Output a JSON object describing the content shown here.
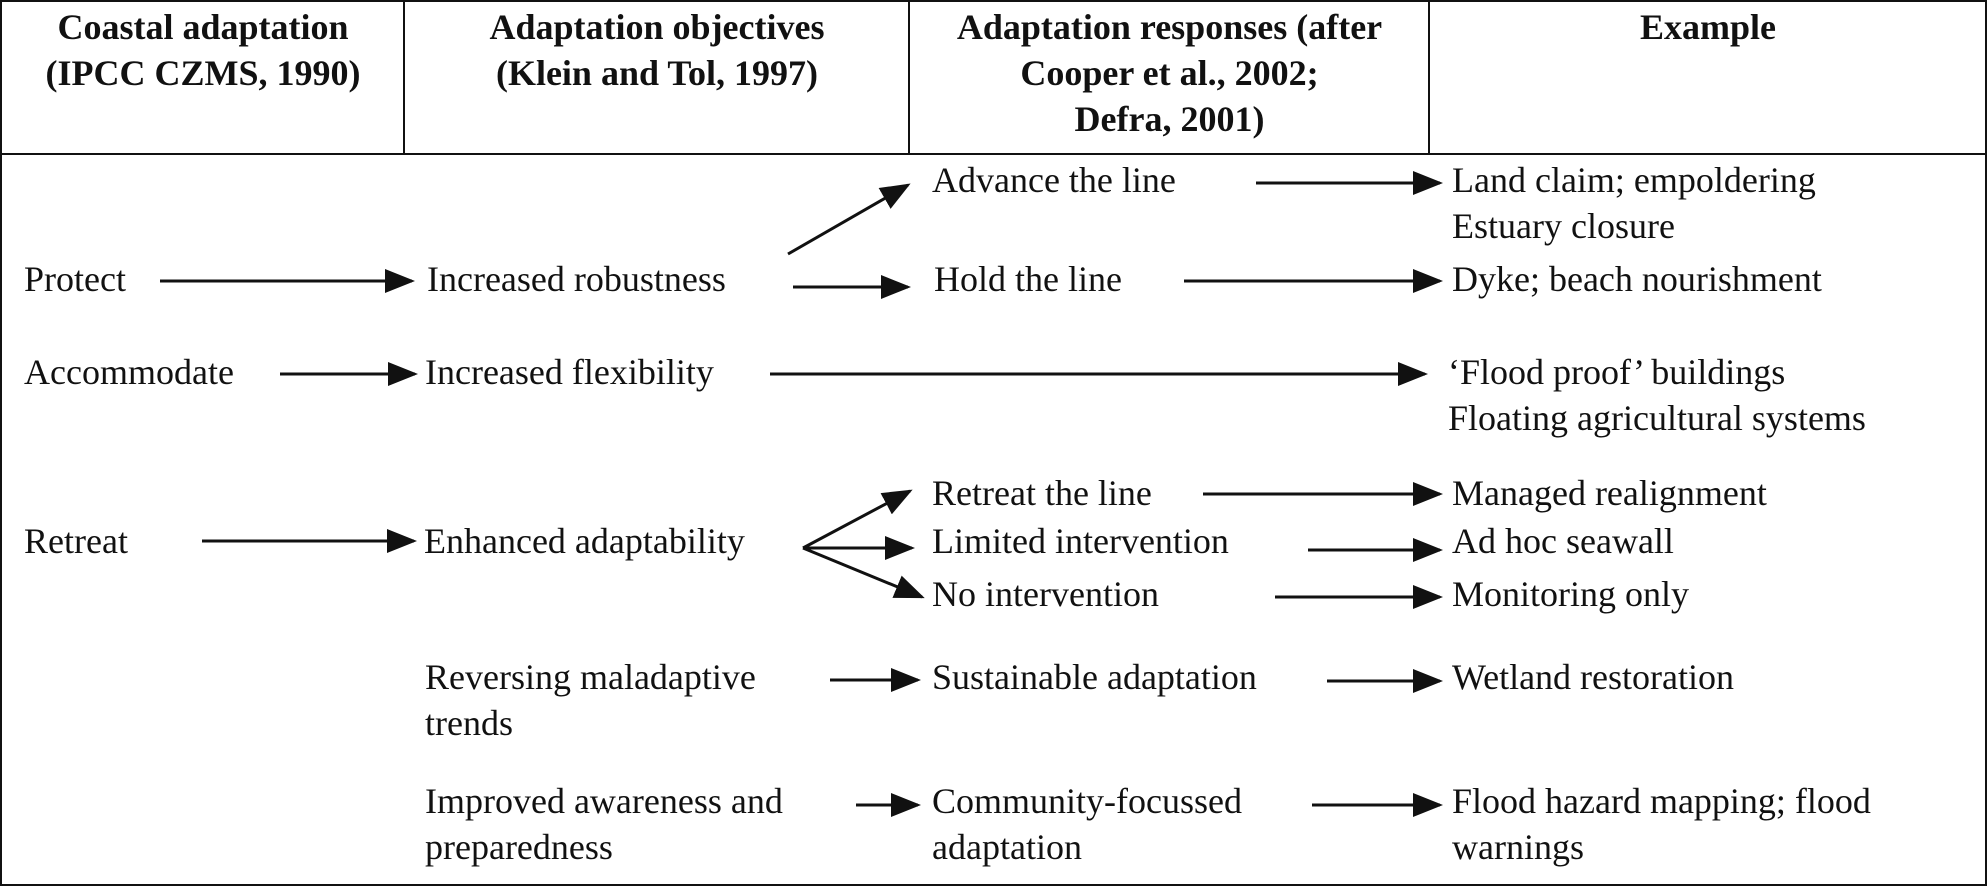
{
  "headers": [
    [
      "Coastal adaptation",
      "(IPCC CZMS, 1990)"
    ],
    [
      "Adaptation objectives",
      "(Klein and Tol, 1997)"
    ],
    [
      "Adaptation responses (after",
      "Cooper et al., 2002;",
      "Defra, 2001)"
    ],
    [
      "Example"
    ]
  ],
  "adaptation": {
    "protect": "Protect",
    "accommodate": "Accommodate",
    "retreat": "Retreat"
  },
  "objectives": {
    "robustness": "Increased robustness",
    "flexibility": "Increased flexibility",
    "adaptability": "Enhanced adaptability",
    "maladaptive": [
      "Reversing maladaptive",
      "trends"
    ],
    "awareness": [
      "Improved awareness and",
      "preparedness"
    ]
  },
  "responses": {
    "advance": "Advance the line",
    "hold": "Hold the line",
    "retreat_line": "Retreat the line",
    "limited": "Limited intervention",
    "none": "No intervention",
    "sustainable": "Sustainable adaptation",
    "community": [
      "Community-focussed",
      "adaptation"
    ]
  },
  "examples": {
    "land_claim": [
      "Land claim; empoldering",
      "Estuary closure"
    ],
    "dyke": "Dyke; beach nourishment",
    "flood_proof": [
      "‘Flood proof’ buildings",
      "Floating agricultural systems"
    ],
    "managed": "Managed realignment",
    "adhoc": "Ad hoc seawall",
    "monitoring": "Monitoring only",
    "wetland": "Wetland restoration",
    "hazard": [
      "Flood hazard mapping; flood",
      "warnings"
    ]
  }
}
